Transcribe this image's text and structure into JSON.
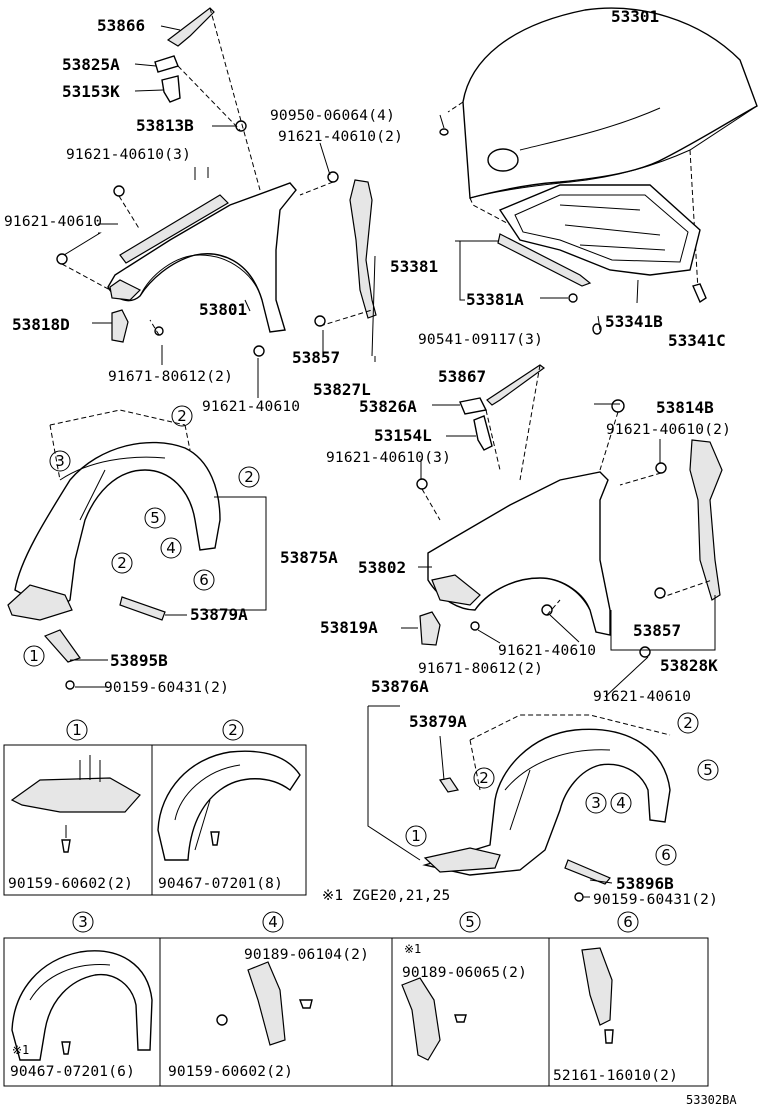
{
  "drawing_code": "53302BA",
  "note": "※1 ZGE20,21,25",
  "asterisk_marks": [
    "※1",
    "※1"
  ],
  "callouts": [
    "1",
    "2",
    "3",
    "4",
    "5",
    "6"
  ],
  "parts": {
    "p53866": "53866",
    "p53825A": "53825A",
    "p53153K": "53153K",
    "p53813B": "53813B",
    "p91621_40610_3a": "91621-40610(3)",
    "p91621_40610_a": "91621-40610",
    "p53818D": "53818D",
    "p53801": "53801",
    "p91671_80612_2a": "91671-80612(2)",
    "p91621_40610_b": "91621-40610",
    "p90950_06064": "90950-06064(4)",
    "p91621_40610_2a": "91621-40610(2)",
    "p53301": "53301",
    "p53381": "53381",
    "p53381A": "53381A",
    "p53341B": "53341B",
    "p90541_09117": "90541-09117(3)",
    "p53341C": "53341C",
    "p53857a": "53857",
    "p53827L": "53827L",
    "p53867": "53867",
    "p53826A": "53826A",
    "p53814B": "53814B",
    "p53154L": "53154L",
    "p91621_40610_3b": "91621-40610(3)",
    "p91621_40610_2b": "91621-40610(2)",
    "p53875A": "53875A",
    "p53802": "53802",
    "p53879A_a": "53879A",
    "p53819A": "53819A",
    "p91621_40610_c": "91621-40610",
    "p53857b": "53857",
    "p91671_80612_2b": "91671-80612(2)",
    "p53828K": "53828K",
    "p53895B": "53895B",
    "p91621_40610_d": "91621-40610",
    "p90159_60431_a": "90159-60431(2)",
    "p53876A": "53876A",
    "p53879A_b": "53879A",
    "p53896B": "53896B",
    "p90159_60431_b": "90159-60431(2)",
    "p90159_60602_a": "90159-60602(2)",
    "p90467_07201_8": "90467-07201(8)",
    "p90189_06104": "90189-06104(2)",
    "p90189_06065": "90189-06065(2)",
    "p90467_07201_6": "90467-07201(6)",
    "p90159_60602_b": "90159-60602(2)",
    "p52161_16010": "52161-16010(2)"
  }
}
